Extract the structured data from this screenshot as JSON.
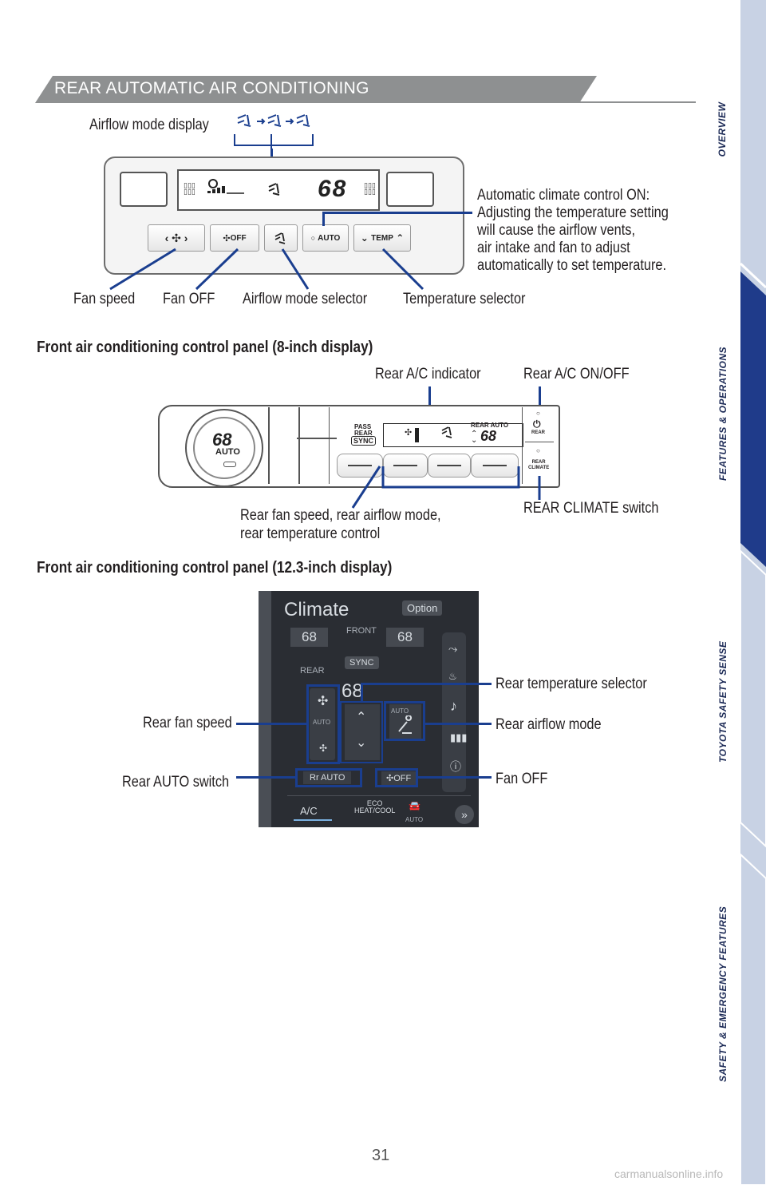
{
  "header": {
    "title": "REAR AUTOMATIC AIR CONDITIONING"
  },
  "rear_panel": {
    "display_temp": "68",
    "buttons": {
      "auto": "AUTO",
      "temp": "TEMP",
      "fan_off": "OFF"
    },
    "labels": {
      "airflow_display": "Airflow mode display",
      "auto_note": [
        "Automatic climate control ON:",
        "Adjusting the temperature setting",
        "will cause the airflow vents,",
        "air intake and fan to adjust",
        "automatically to set temperature."
      ],
      "fan_speed": "Fan speed",
      "fan_off": "Fan OFF",
      "airflow_selector": "Airflow mode selector",
      "temp_selector": "Temperature selector"
    }
  },
  "front_8in": {
    "title": "Front air conditioning control panel (8-inch display)",
    "dial_temp": "68",
    "dial_auto": "AUTO",
    "screen": {
      "pass": "PASS",
      "rear": "REAR",
      "sync": "SYNC",
      "rear_auto": "REAR  AUTO",
      "temp": "68"
    },
    "switches": {
      "rear": "REAR",
      "rear_climate_1": "REAR",
      "rear_climate_2": "CLIMATE"
    },
    "labels": {
      "indicator": "Rear A/C indicator",
      "onoff": "Rear A/C ON/OFF",
      "controls": [
        "Rear fan speed, rear airflow mode,",
        "rear temperature control"
      ],
      "climate_switch": "REAR CLIMATE switch"
    }
  },
  "front_12in": {
    "title": "Front air conditioning control panel (12.3-inch display)",
    "screen": {
      "title": "Climate",
      "option": "Option",
      "front": "FRONT",
      "left_temp": "68",
      "right_temp": "68",
      "sync": "SYNC",
      "rear": "REAR",
      "rear_temp": "68",
      "auto_small": "AUTO",
      "auto_badge": "AUTO",
      "rr_auto": "Rr AUTO",
      "off": "OFF",
      "ac": "A/C",
      "eco": "ECO",
      "heat_cool": "HEAT/COOL",
      "car_auto": "AUTO"
    },
    "labels": {
      "temp_selector": "Rear temperature selector",
      "fan_speed": "Rear fan speed",
      "airflow": "Rear airflow mode",
      "auto_switch": "Rear AUTO switch",
      "fan_off": "Fan OFF"
    }
  },
  "side_tabs": [
    "OVERVIEW",
    "FEATURES & OPERATIONS",
    "TOYOTA SAFETY SENSE",
    "SAFETY & EMERGENCY FEATURES"
  ],
  "page_number": "31",
  "watermark": "carmanualsonline.info",
  "colors": {
    "accent": "#1a3e8f",
    "header": "#8e9091",
    "tab": "#c8d2e4",
    "tab_active": "#1f3b8a"
  }
}
